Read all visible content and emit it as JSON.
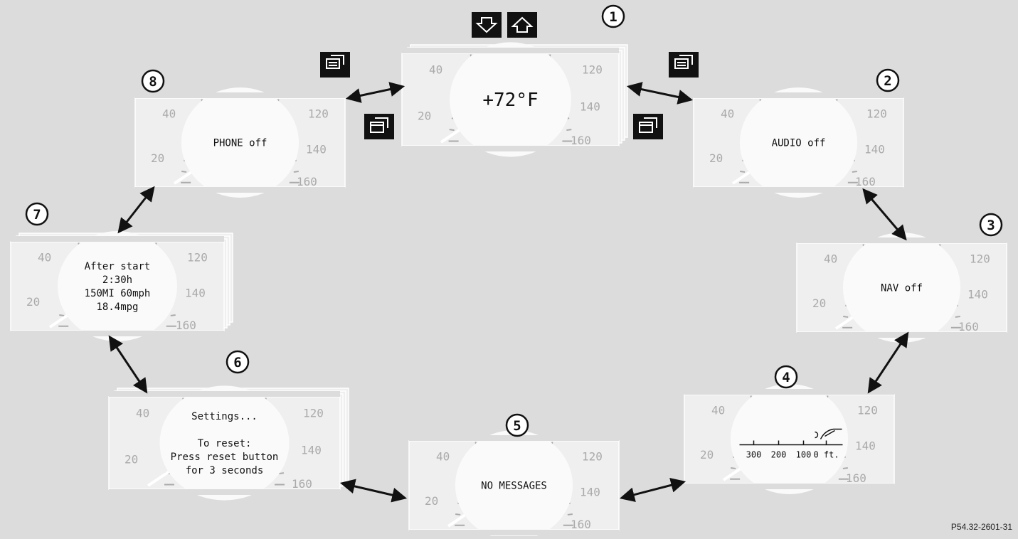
{
  "figure_ref": "P54.32-2601-31",
  "screens": [
    {
      "num": "1",
      "lines": [
        "+72°F"
      ],
      "large": true
    },
    {
      "num": "2",
      "lines": [
        "AUDIO off"
      ]
    },
    {
      "num": "3",
      "lines": [
        "NAV off"
      ]
    },
    {
      "num": "4",
      "lines": [],
      "scale": [
        "300",
        "200",
        "100",
        "0 ft."
      ],
      "icon": "parking-sensor-car-icon"
    },
    {
      "num": "5",
      "lines": [
        "NO MESSAGES"
      ]
    },
    {
      "num": "6",
      "lines": [
        "Settings...",
        "",
        "To reset:",
        "Press reset button",
        "for 3 seconds"
      ]
    },
    {
      "num": "7",
      "lines": [
        "After start",
        "2:30h",
        "150MI   60mph",
        "18.4mpg"
      ]
    },
    {
      "num": "8",
      "lines": [
        "PHONE off"
      ]
    }
  ],
  "gauge_ticks": [
    "20",
    "40",
    "120",
    "140",
    "160"
  ],
  "buttons": [
    {
      "name": "scroll-down-button",
      "icon": "arrow-down-icon"
    },
    {
      "name": "scroll-up-button",
      "icon": "arrow-up-icon"
    },
    {
      "name": "menu-back-button-left",
      "icon": "menu-window-icon"
    },
    {
      "name": "menu-forward-button-left",
      "icon": "window-icon"
    },
    {
      "name": "menu-forward-button-right",
      "icon": "menu-window-icon"
    },
    {
      "name": "menu-back-button-right",
      "icon": "window-icon"
    }
  ],
  "colors": {
    "background": "#dcdcdc",
    "panel": "#efefef",
    "display": "#fafafa",
    "button": "#111111",
    "marker": "#999999"
  }
}
